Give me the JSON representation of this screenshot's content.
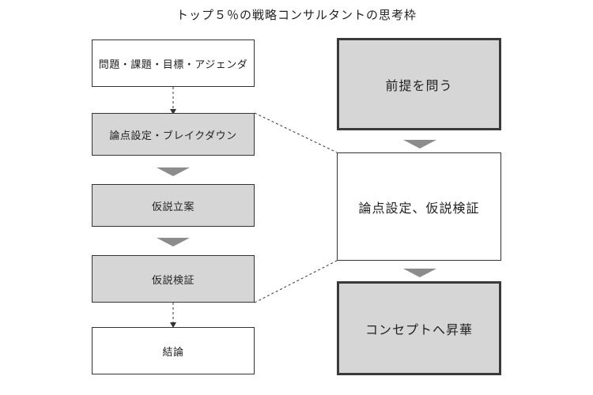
{
  "title": "トップ５％の戦略コンサルタントの思考枠",
  "left_column": [
    {
      "label": "問題・課題・目標・アジェンダ",
      "fill": "white"
    },
    {
      "label": "論点設定・ブレイクダウン",
      "fill": "gray"
    },
    {
      "label": "仮説立案",
      "fill": "gray"
    },
    {
      "label": "仮説検証",
      "fill": "gray"
    },
    {
      "label": "結論",
      "fill": "white"
    }
  ],
  "right_column": [
    {
      "label": "前提を問う",
      "fill": "gray"
    },
    {
      "label": "論点設定、仮説検証",
      "fill": "white"
    },
    {
      "label": "コンセプトへ昇華",
      "fill": "gray"
    }
  ],
  "colors": {
    "box_gray": "#d6d6d6",
    "border": "#333333",
    "arrow": "#8c8c8c"
  }
}
